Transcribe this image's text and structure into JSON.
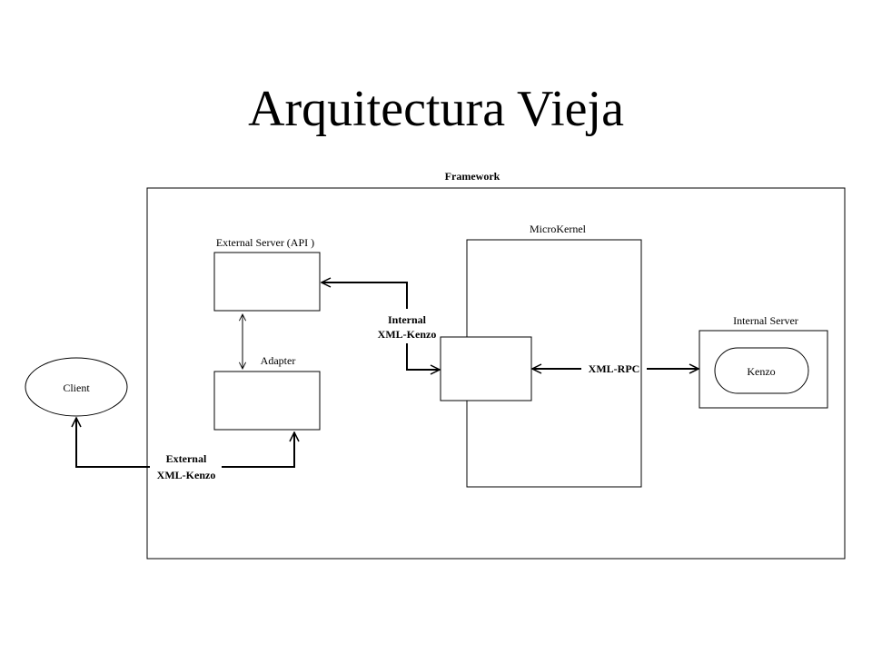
{
  "slide": {
    "title": "Arquitectura Vieja"
  },
  "diagram": {
    "framework_label": "Framework",
    "microkernel_label": "MicroKernel",
    "external_server_label": "External Server (API )",
    "adapter_label": "Adapter",
    "internal_server_label": "Internal Server",
    "kenzo_label": "Kenzo",
    "client_label": "Client",
    "internal_xml_kenzo": [
      "Internal",
      "XML-Kenzo"
    ],
    "external_xml_kenzo": [
      "External",
      "XML-Kenzo"
    ],
    "xml_rpc_label": "XML-RPC"
  },
  "colors": {
    "line": "#000000",
    "background": "#ffffff"
  }
}
